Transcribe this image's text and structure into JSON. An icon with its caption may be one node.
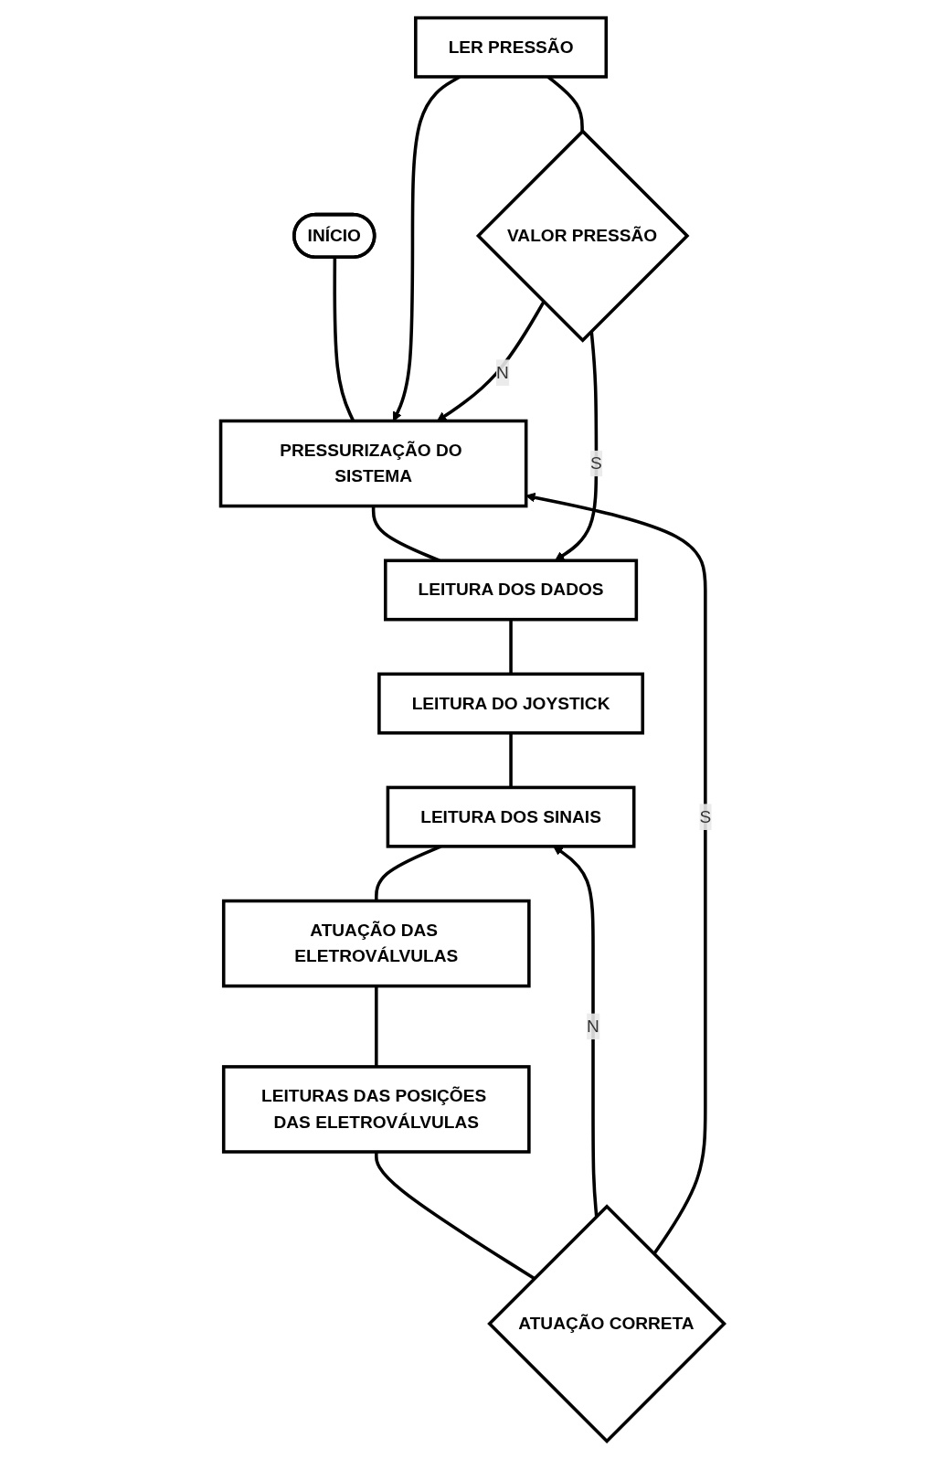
{
  "diagram": {
    "nodes": [
      {
        "text": [
          "INÍCIO"
        ]
      },
      {
        "text": [
          "PRESSURIZAÇÃO DO SISTEMA"
        ]
      },
      {
        "text": [
          "LEITURA DOS DADOS"
        ]
      },
      {
        "text": [
          "LEITURA DO JOYSTICK"
        ]
      },
      {
        "text": [
          "LEITURA DOS SINAIS"
        ]
      },
      {
        "text": [
          "ATUAÇÃO DAS ELETROVÁLVULAS"
        ]
      },
      {
        "text": [
          "LEITURAS DAS POSIÇÕES DAS ELETROVÁLVULAS"
        ]
      },
      {
        "text": [
          "ATUAÇÃO CORRETA"
        ]
      },
      {
        "text": [
          "LER PRESSÃO"
        ]
      },
      {
        "text": [
          "VALOR PRESSÃO"
        ]
      }
    ],
    "edges": [
      {
        "from": 0,
        "to": 1,
        "arrow": "none"
      },
      {
        "from": 1,
        "to": 2,
        "arrow": "none"
      },
      {
        "from": 2,
        "to": 3,
        "arrow": "none"
      },
      {
        "from": 3,
        "to": 4,
        "arrow": "none"
      },
      {
        "from": 4,
        "to": 5,
        "arrow": "none"
      },
      {
        "from": 5,
        "to": 6,
        "arrow": "none"
      },
      {
        "from": 6,
        "to": 7,
        "arrow": "none"
      },
      {
        "from": 7,
        "to": 4,
        "label": "N",
        "arrow": "to"
      },
      {
        "from": 7,
        "to": 1,
        "label": "S",
        "arrow": "to"
      },
      {
        "from": 8,
        "to": 1,
        "arrow": "to"
      },
      {
        "from": 8,
        "to": 9,
        "arrow": "none"
      },
      {
        "from": 9,
        "to": 1,
        "label": "N",
        "arrow": "to"
      },
      {
        "from": 9,
        "to": 2,
        "label": "S",
        "arrow": "to"
      }
    ]
  }
}
